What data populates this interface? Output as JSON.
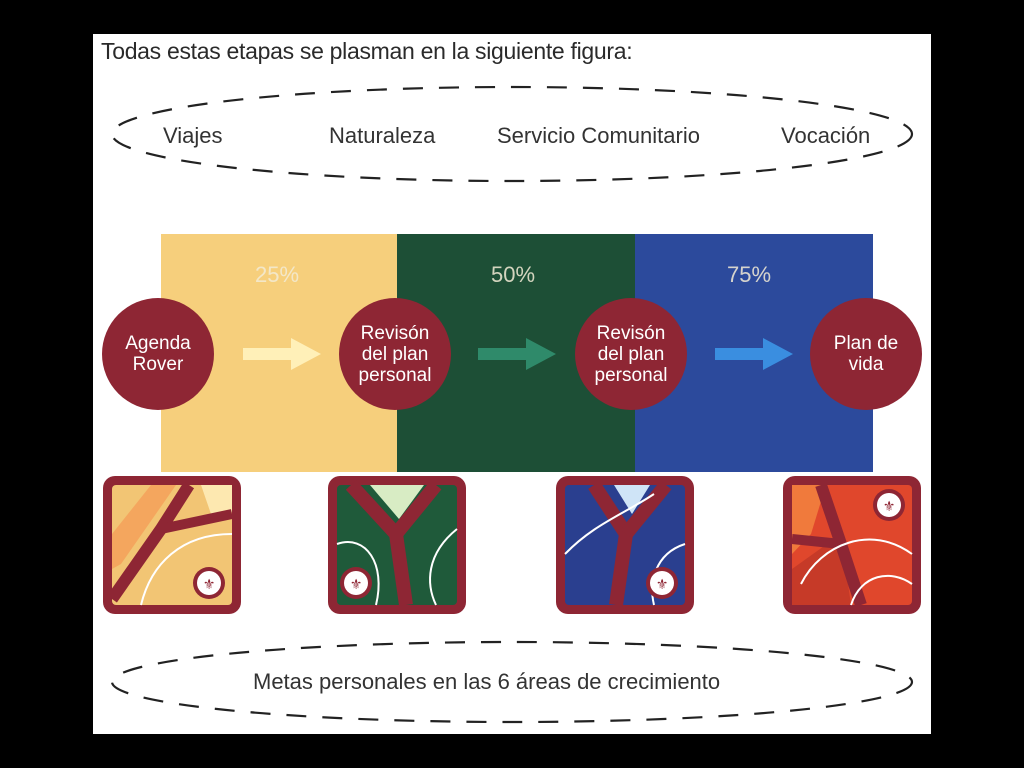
{
  "intro_text": "Todas estas etapas se plasman en la siguiente figura:",
  "categories": [
    "Viajes",
    "Naturaleza",
    "Servicio Comunitario",
    "Vocación"
  ],
  "stages": [
    {
      "percent": "25%",
      "color": "#f6cf7c"
    },
    {
      "percent": "50%",
      "color": "#1d4f36"
    },
    {
      "percent": "75%",
      "color": "#2c4a9c"
    }
  ],
  "milestones": [
    {
      "label": "Agenda\nRover"
    },
    {
      "label": "Revisón\ndel plan\npersonal"
    },
    {
      "label": "Revisón\ndel plan\npersonal"
    },
    {
      "label": "Plan de\nvida"
    }
  ],
  "arrow_colors": [
    "#fff0b8",
    "#2f8a6a",
    "#3a8ee0"
  ],
  "badges": [
    {
      "name": "badge-yellow",
      "bg": "#f2c574"
    },
    {
      "name": "badge-green",
      "bg": "#1f5a3a"
    },
    {
      "name": "badge-blue",
      "bg": "#2a3f8f"
    },
    {
      "name": "badge-red",
      "bg": "#e0472c"
    }
  ],
  "goals_text": "Metas personales en las 6 áreas de crecimiento",
  "colors": {
    "maroon": "#8e2634",
    "page": "#ffffff",
    "frame": "#000000"
  }
}
